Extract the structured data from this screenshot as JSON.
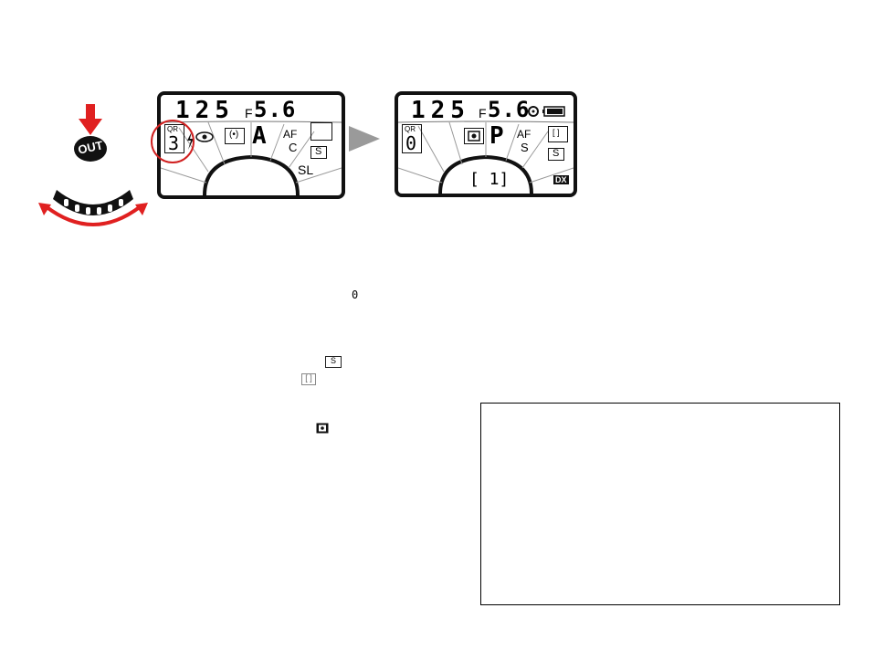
{
  "out_button": {
    "label": "OUT"
  },
  "panel_before": {
    "shutter": "125",
    "aperture_prefix": "F",
    "aperture": "5.6",
    "qr_label": "QR",
    "qr_value": "3",
    "mode": "A",
    "af_label": "AF",
    "af_mode": "C",
    "drive": "S",
    "speed": "SL"
  },
  "panel_after": {
    "shutter": "125",
    "aperture_prefix": "F",
    "aperture": "5.6",
    "qr_label": "QR",
    "qr_value": "0",
    "mode": "P",
    "af_label": "AF",
    "af_mode": "S",
    "drive": "S",
    "frame_counter": "[ 1]",
    "dx_badge": "DX"
  },
  "inline_icons": {
    "zero_glyph": "0",
    "drive_glyph": "S",
    "bracket_glyph": "[ ]"
  },
  "colors": {
    "arrow_red": "#e02020",
    "highlight_red": "#d02020",
    "triangle_gray": "#9a9a9a"
  }
}
